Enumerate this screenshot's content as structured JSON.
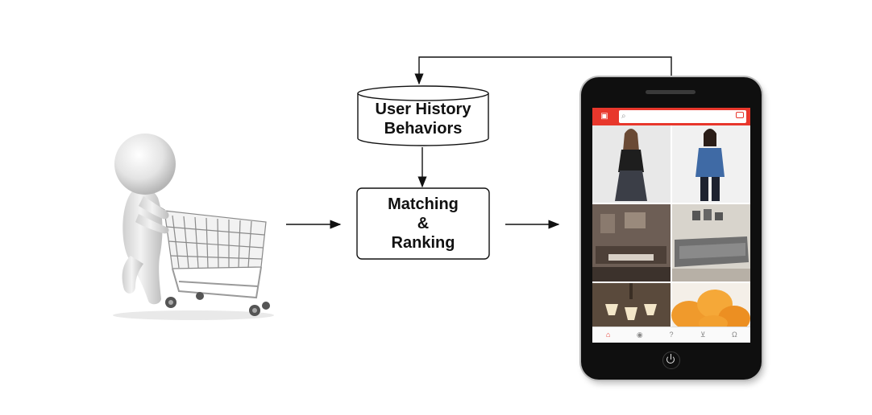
{
  "nodes": {
    "history": [
      "User History",
      "Behaviors"
    ],
    "ranking": [
      "Matching",
      "&",
      "Ranking"
    ]
  },
  "phone": {
    "search_icon": "search-icon",
    "camera_icon": "camera-icon",
    "tabs": [
      "home-icon",
      "live-icon",
      "help-icon",
      "cart-icon",
      "profile-icon"
    ]
  },
  "colors": {
    "accent": "#e8372c",
    "line": "#111111",
    "phone_body": "#0f0f0f"
  }
}
